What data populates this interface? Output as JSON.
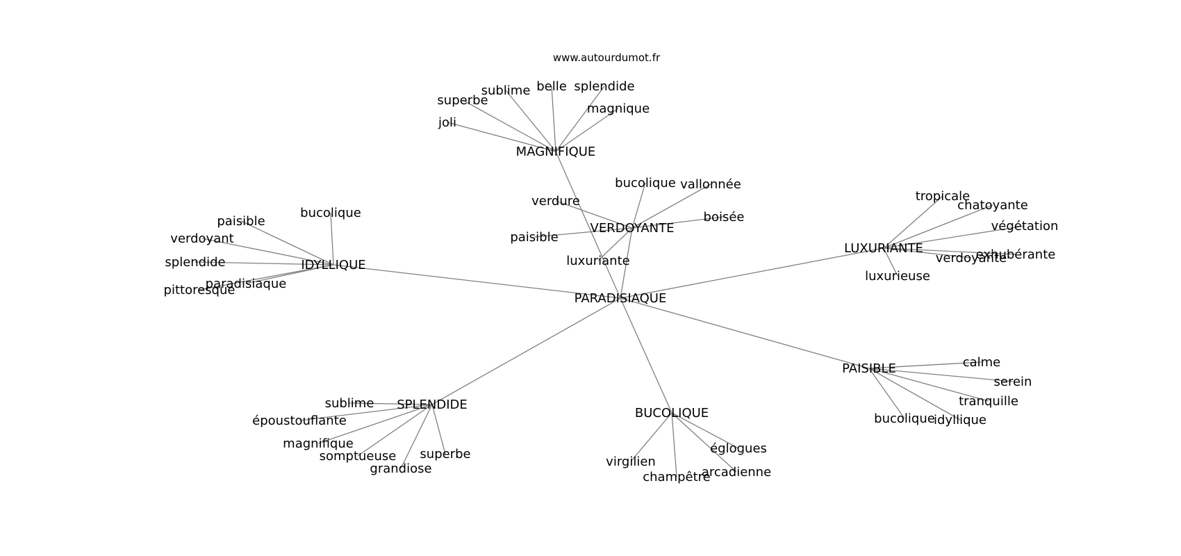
{
  "site": "www.autourdumot.fr",
  "center": "PARADISIAQUE",
  "hubs": [
    {
      "label": "MAGNIFIQUE",
      "leaves": [
        "joli",
        "superbe",
        "sublime",
        "belle",
        "splendide",
        "magnique"
      ]
    },
    {
      "label": "VERDOYANTE",
      "leaves": [
        "verdure",
        "bucolique",
        "vallonnée",
        "boisée",
        "paisible",
        "luxuriante"
      ]
    },
    {
      "label": "IDYLLIQUE",
      "leaves": [
        "bucolique",
        "paisible",
        "verdoyant",
        "splendide",
        "paradisiaque",
        "pittoresque"
      ]
    },
    {
      "label": "LUXURIANTE",
      "leaves": [
        "tropicale",
        "chatoyante",
        "végétation",
        "exhubérante",
        "verdoyante",
        "luxurieuse"
      ]
    },
    {
      "label": "SPLENDIDE",
      "leaves": [
        "sublime",
        "époustouflante",
        "magnifique",
        "somptueuse",
        "grandiose",
        "superbe"
      ]
    },
    {
      "label": "BUCOLIQUE",
      "leaves": [
        "virgilien",
        "champêtre",
        "arcadienne",
        "églogues"
      ]
    },
    {
      "label": "PAISIBLE",
      "leaves": [
        "calme",
        "serein",
        "tranquille",
        "idyllique",
        "bucolique"
      ]
    }
  ]
}
